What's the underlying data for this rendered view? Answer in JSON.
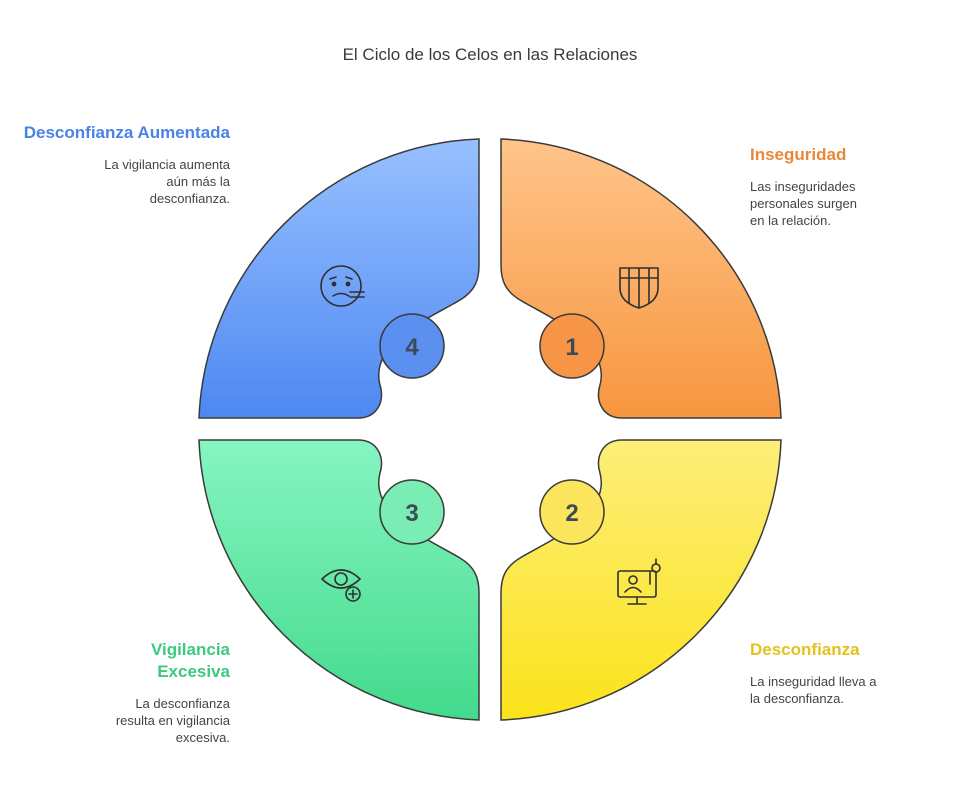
{
  "title": "El Ciclo de los Celos en las Relaciones",
  "colors": {
    "blue": "#5A8EF5",
    "orange": "#F79A4C",
    "yellow": "#FBE34E",
    "green": "#4FDD95",
    "outline": "#3a3a3a"
  },
  "steps": [
    {
      "number": "1",
      "heading": "Inseguridad",
      "text": "Las inseguridades personales surgen en la relación.",
      "color": "#E8883D",
      "icon": "shield-icon"
    },
    {
      "number": "2",
      "heading": "Desconfianza",
      "text": "La inseguridad lleva a la desconfianza.",
      "color": "#E3C21C",
      "icon": "monitor-user-icon"
    },
    {
      "number": "3",
      "heading": "Vigilancia Excesiva",
      "text": "La desconfianza resulta en vigilancia excesiva.",
      "color": "#3DC97F",
      "icon": "eye-plus-icon"
    },
    {
      "number": "4",
      "heading": "Desconfianza Aumentada",
      "text": "La vigilancia aumenta aún más la desconfianza.",
      "color": "#4A82E8",
      "icon": "suspicious-face-icon"
    }
  ]
}
